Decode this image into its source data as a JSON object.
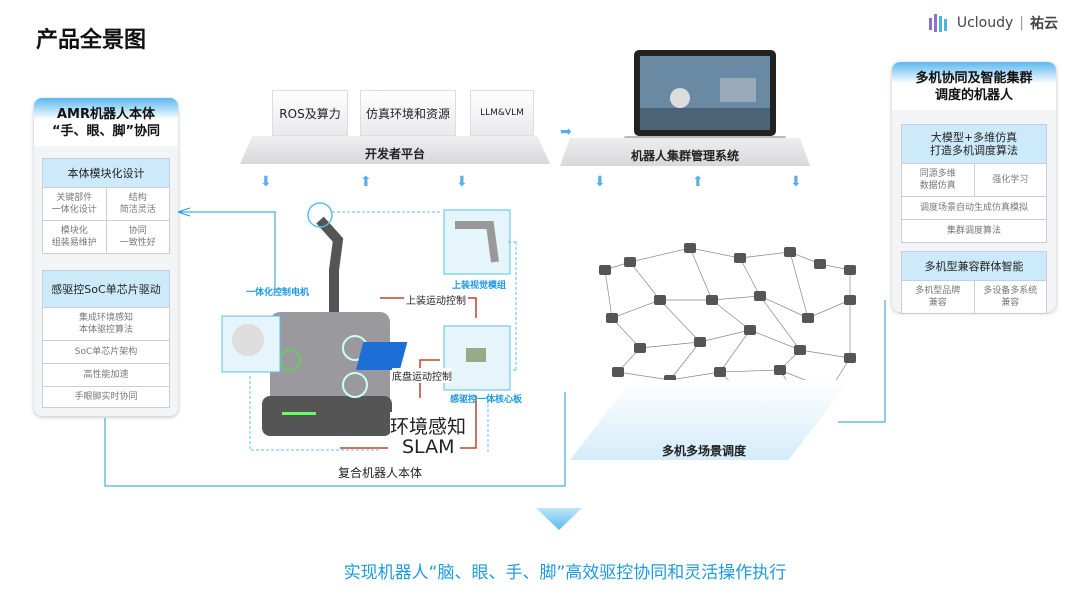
{
  "title": "产品全景图",
  "logo": {
    "brand": "Ucloudy",
    "cn": "祐云"
  },
  "left_panel": {
    "title1": "AMR机器人本体",
    "title2": "“手、眼、脚”协同",
    "g1": {
      "header": "本体模块化设计",
      "cells": [
        [
          "关键部件\n一体化设计",
          "结构\n简洁灵活"
        ],
        [
          "模块化\n组装易维护",
          "协同\n一致性好"
        ]
      ]
    },
    "g2": {
      "header": "感驱控SoC单芯片驱动",
      "rows": [
        "集成环境感知\n本体驱控算法",
        "SoC单芯片架构",
        "高性能加速",
        "手眼脚实时协同"
      ]
    }
  },
  "right_panel": {
    "title1": "多机协同及智能集群",
    "title2": "调度的机器人",
    "g1": {
      "header": "大模型+多维仿真\n打造多机调度算法",
      "cells": [
        "同源多维\n数据仿真",
        "强化学习"
      ],
      "rows": [
        "调度场景自动生成仿真模拟",
        "集群调度算法"
      ]
    },
    "g2": {
      "header": "多机型兼容群体智能",
      "cells": [
        "多机型品牌\n兼容",
        "多设备多系统\n兼容"
      ]
    }
  },
  "dev": {
    "boxes": [
      "ROS及算力",
      "仿真环境和资源",
      "LLM&VLM"
    ],
    "platform": "开发者平台"
  },
  "cluster": {
    "platform": "机器人集群管理系统",
    "scene": "多机多场景调度"
  },
  "robot": {
    "motor": "一体化控制电机",
    "vision": "上装视觉模组",
    "upper": "上装运动控制",
    "chassis": "底盘运动控制",
    "board": "感驱控一体核心板",
    "env": "环境感知",
    "slam": "SLAM",
    "body": "复合机器人本体"
  },
  "footer": "实现机器人“脑、眼、手、脚”高效驱控协同和灵活操作执行",
  "colors": {
    "accent": "#1e9be0",
    "red": "#c0442a"
  }
}
